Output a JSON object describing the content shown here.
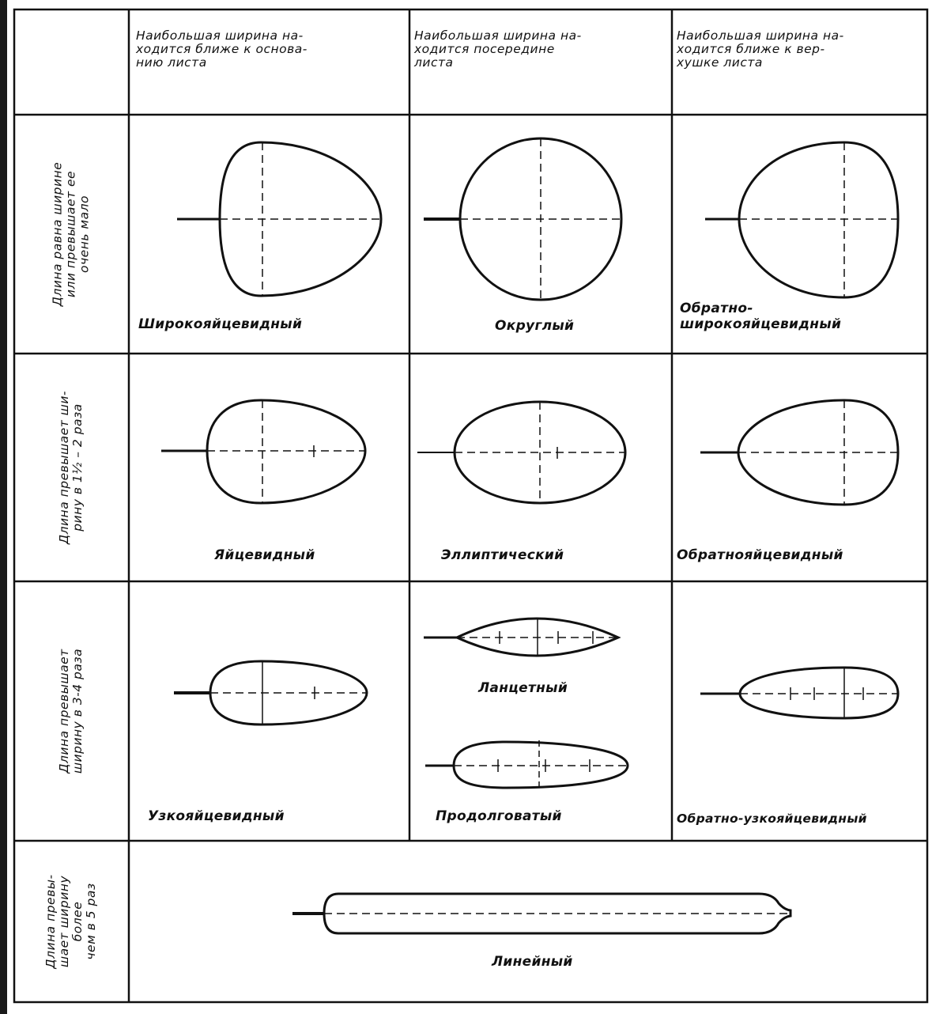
{
  "headers": {
    "base": "Наибольшая ширина на-\nходится ближе к основа-\nнию листа",
    "middle": "Наибольшая ширина на-\nходится посередине\nлиста",
    "apex": "Наибольшая ширина на-\nходится ближе к вер-\nхушке листа"
  },
  "rows": {
    "r1": "Длина равна ширине\nили превышает ее\nочень мало",
    "r2": "Длина превышает ши-\nрину в 1½ – 2 раза",
    "r3": "Длина превышает\nширину в 3-4 раза",
    "r4": "Длина превы-\nшает ширину\nболее\nчем в 5 раз"
  },
  "shapes": {
    "broad_ovate": "Широкояйцевидный",
    "round": "Округлый",
    "broad_obovate": "Обратно-\nширокояйцевидный",
    "ovate": "Яйцевидный",
    "elliptic": "Эллиптический",
    "obovate": "Обратнояйцевидный",
    "narrow_ovate": "Узкояйцевидный",
    "lanceolate": "Ланцетный",
    "oblong": "Продолговатый",
    "narrow_obovate": "Обратно-узкояйцевидный",
    "linear": "Линейный"
  }
}
